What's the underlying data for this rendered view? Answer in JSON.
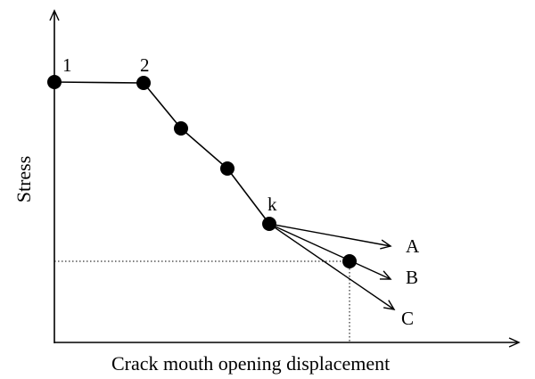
{
  "axes": {
    "x_label": "Crack mouth opening displacement",
    "y_label": "Stress"
  },
  "point_labels": {
    "p1": "1",
    "p2": "2",
    "pk": "k"
  },
  "branch_labels": {
    "a": "A",
    "b": "B",
    "c": "C"
  },
  "colors": {
    "line": "#000000",
    "background": "#ffffff"
  }
}
